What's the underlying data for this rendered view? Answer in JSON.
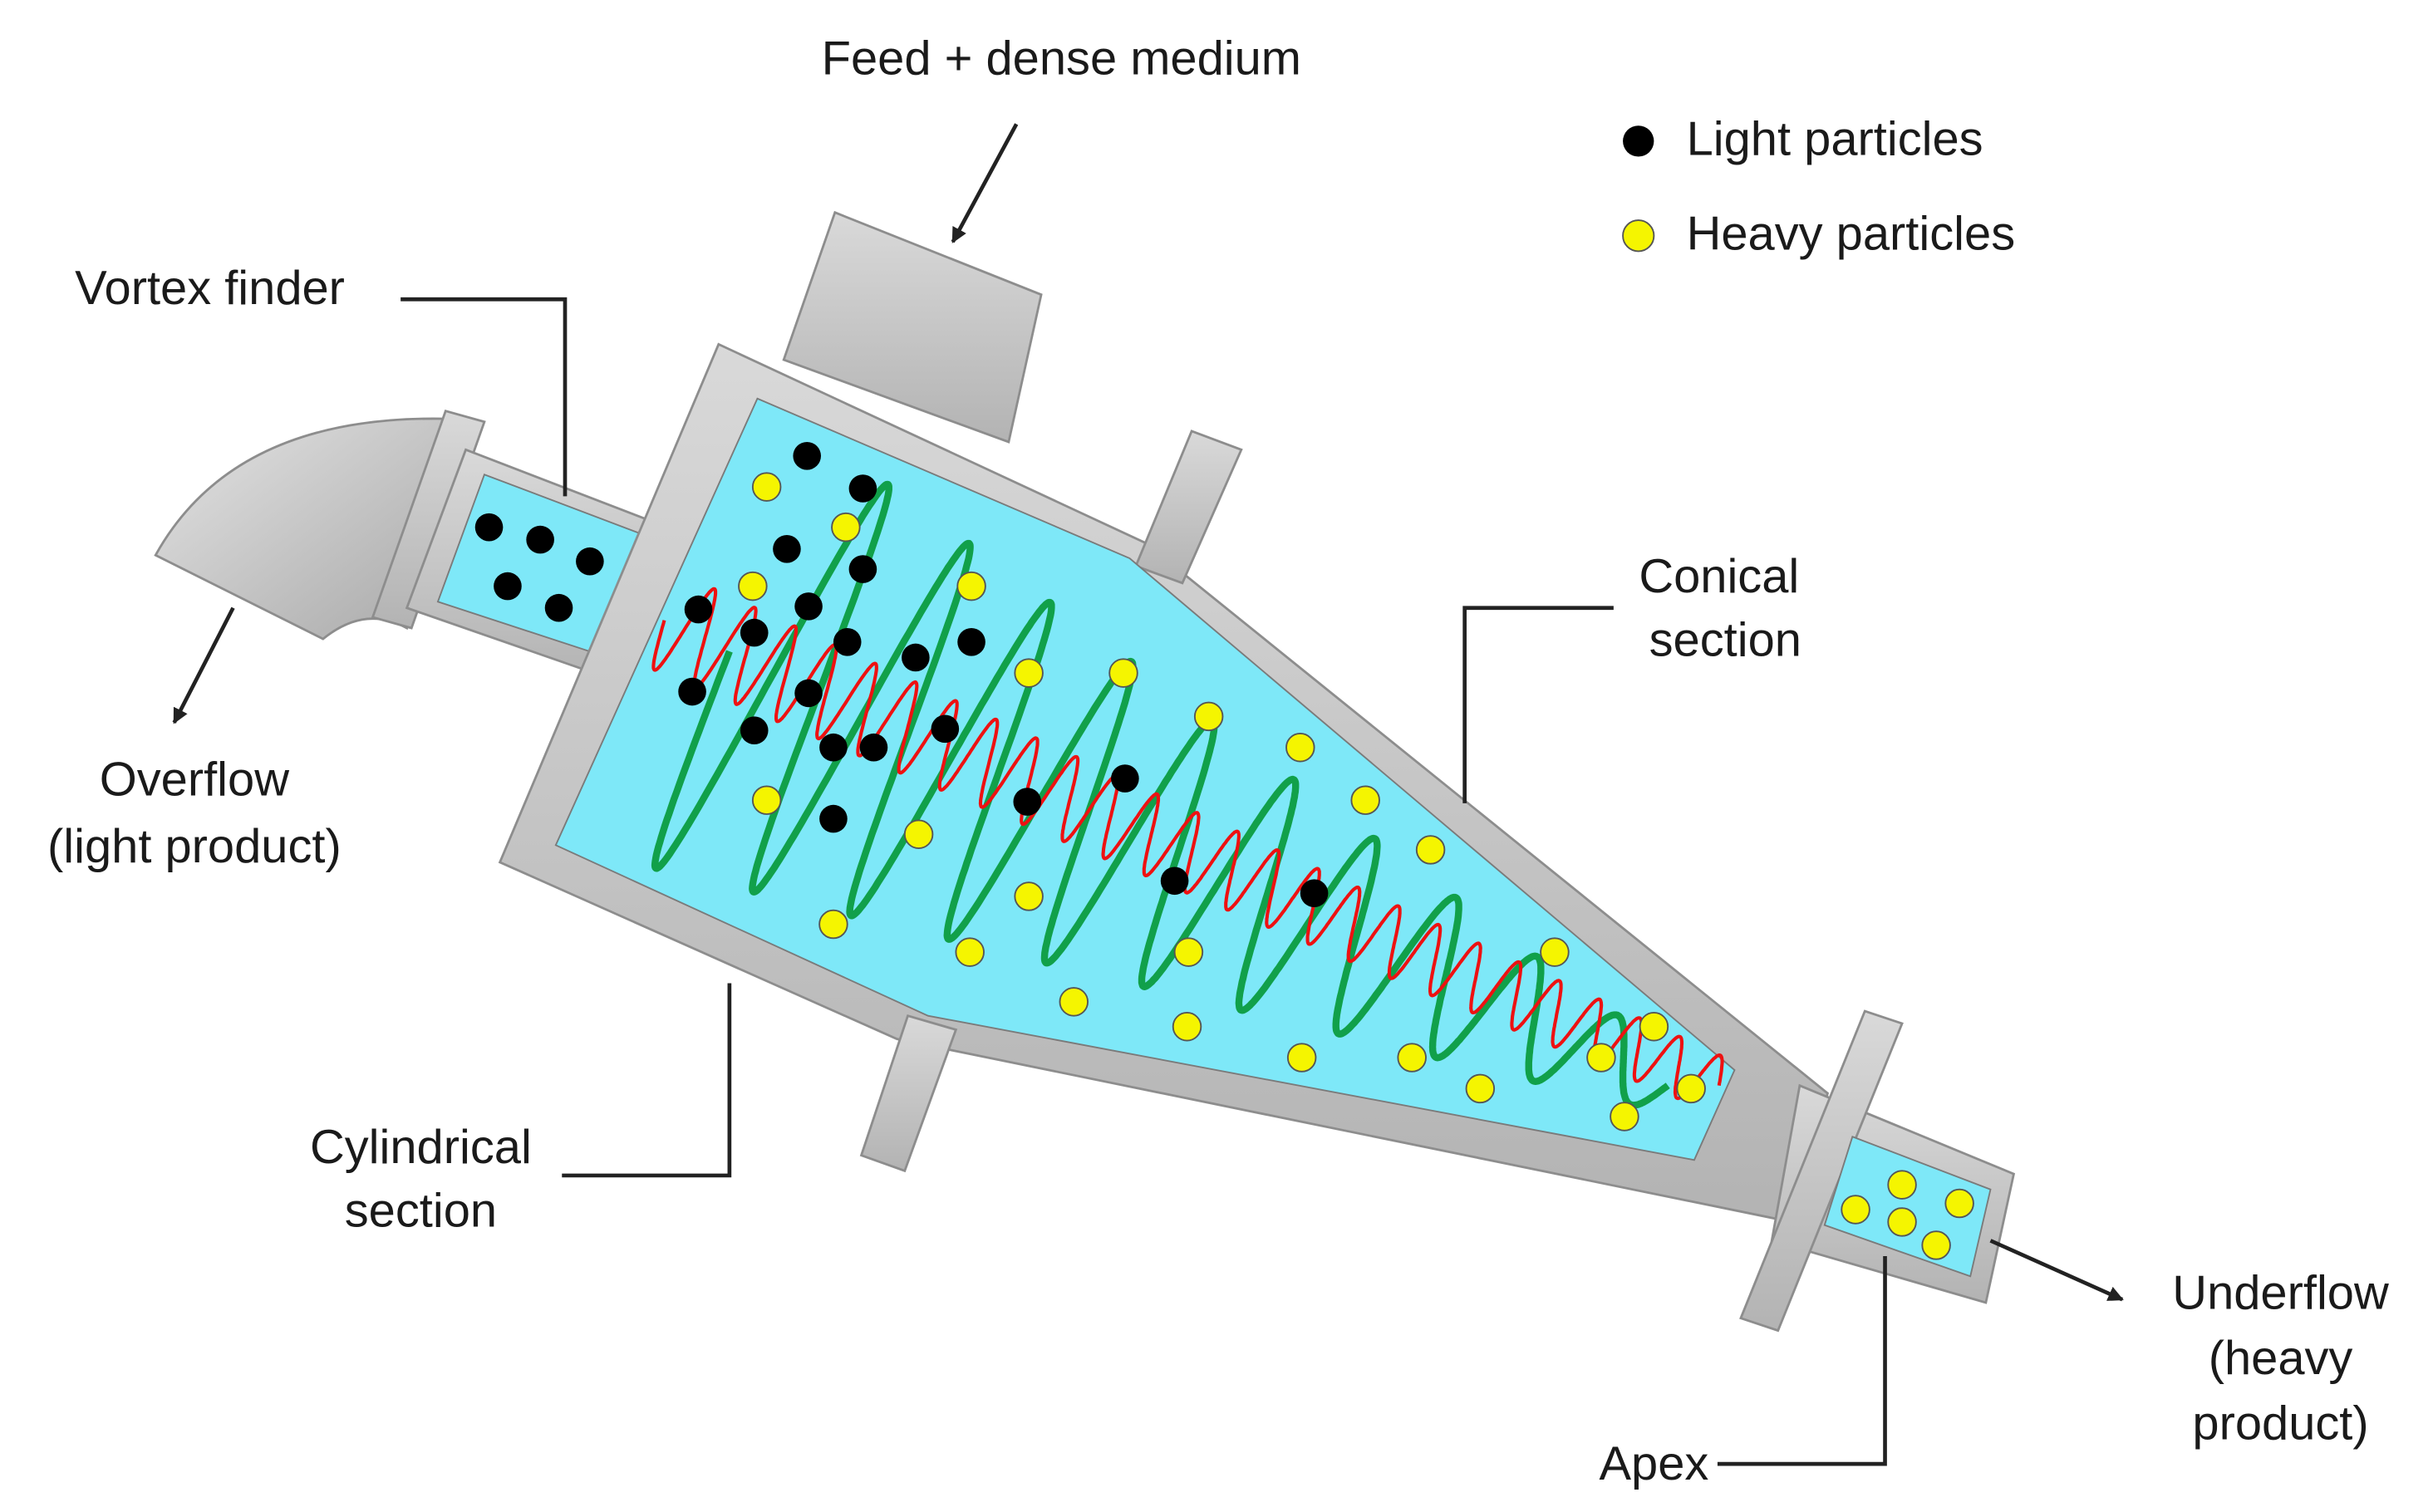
{
  "labels": {
    "feed": "Feed + dense medium",
    "vortex_finder": "Vortex finder",
    "overflow_line1": "Overflow",
    "overflow_line2": "(light product)",
    "conical_line1": "Conical",
    "conical_line2": "section",
    "cylindrical_line1": "Cylindrical",
    "cylindrical_line2": "section",
    "apex": "Apex",
    "underflow_line1": "Underflow",
    "underflow_line2": "(heavy",
    "underflow_line3": "product)"
  },
  "legend": {
    "light": "Light particles",
    "heavy": "Heavy particles"
  },
  "colors": {
    "light_particle": "#000000",
    "heavy_particle": "#f5f500",
    "medium_fill": "#7ee8f8",
    "body_gray": "#c4c4c4",
    "inner_spiral": "#ee1111",
    "outer_spiral": "#11a04a"
  },
  "icons": {
    "light_particle": "black-dot-icon",
    "heavy_particle": "yellow-dot-icon"
  }
}
